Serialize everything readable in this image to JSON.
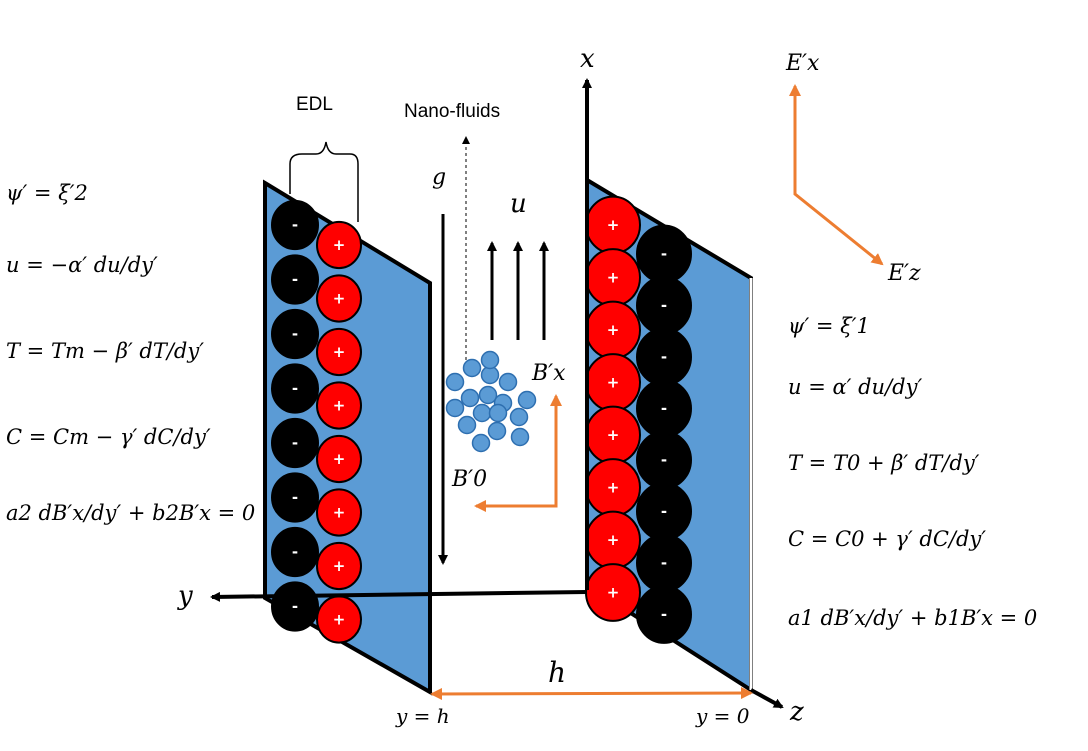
{
  "labels": {
    "edl": "EDL",
    "nanofluids": "Nano-fluids",
    "gravity": "g",
    "velocity": "u",
    "axis_x": "x",
    "axis_y": "y",
    "axis_z": "z",
    "gap": "h",
    "wall_left": "y = h",
    "wall_right": "y = 0",
    "field_Ex": "E′x",
    "field_Ez": "E′z",
    "field_Bx": "B′x",
    "field_B0": "B′0"
  },
  "left_conditions": [
    "ψ′ = ξ′2",
    "u = −α′ du/dy′",
    "T = Tm − β′ dT/dy′",
    "C = Cm − γ′ dC/dy′",
    "a2 dB′x/dy′ + b2B′x = 0"
  ],
  "right_conditions": [
    "ψ′ = ξ′1",
    "u = α′ du/dy′",
    "T = T0 + β′ dT/dy′",
    "C = C0 + γ′ dC/dy′",
    "a1 dB′x/dy′ + b1B′x = 0"
  ],
  "charges": {
    "positive": "+",
    "negative": "-"
  },
  "colors": {
    "plate": "#5b9bd5",
    "positive": "#ff0000",
    "negative": "#000000",
    "particle": "#5b9bd5",
    "particle_stroke": "#2e6fb0",
    "field_arrow": "#ed7d31",
    "axis": "#000000"
  }
}
